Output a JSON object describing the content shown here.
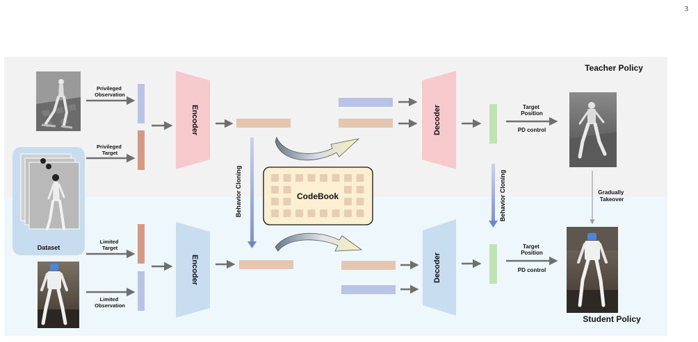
{
  "page_number": "3",
  "teacher": {
    "title": "Teacher Policy",
    "input_obs_label": [
      "Privileged",
      "Observation"
    ],
    "input_target_label": [
      "Privileged",
      "Target"
    ],
    "encoder_label": "Encoder",
    "decoder_label": "Decoder",
    "output_label_1": [
      "Target",
      "Position"
    ],
    "output_label_2": "PD control"
  },
  "student": {
    "title": "Student Policy",
    "input_target_label": [
      "Limited",
      "Target"
    ],
    "input_obs_label": [
      "Limited",
      "Observation"
    ],
    "encoder_label": "Encoder",
    "decoder_label": "Decoder",
    "output_label_1": [
      "Target",
      "Position"
    ],
    "output_label_2": "PD control"
  },
  "dataset_label": "Dataset",
  "codebook_label": "CodeBook",
  "behavior_cloning_label": "Behavior Cloning",
  "takeover_label": [
    "Gradually",
    "Takeover"
  ],
  "colors": {
    "teacher_bg": "#f2f2f2",
    "student_bg": "#eef7fb",
    "encoder_teacher": "#f6c9cc",
    "encoder_student": "#c9ddf0",
    "obs_bar": "#b9c3e6",
    "target_bar": "#d49a86",
    "latent_bar": "#e3c7b0",
    "output_bar": "#bfe3b3",
    "codebook_fill": "#fdf0d2",
    "codebook_cell": "#e6cdb3",
    "arrow": "#6f6f6f",
    "bc_arrow": "#8ea0d6"
  }
}
